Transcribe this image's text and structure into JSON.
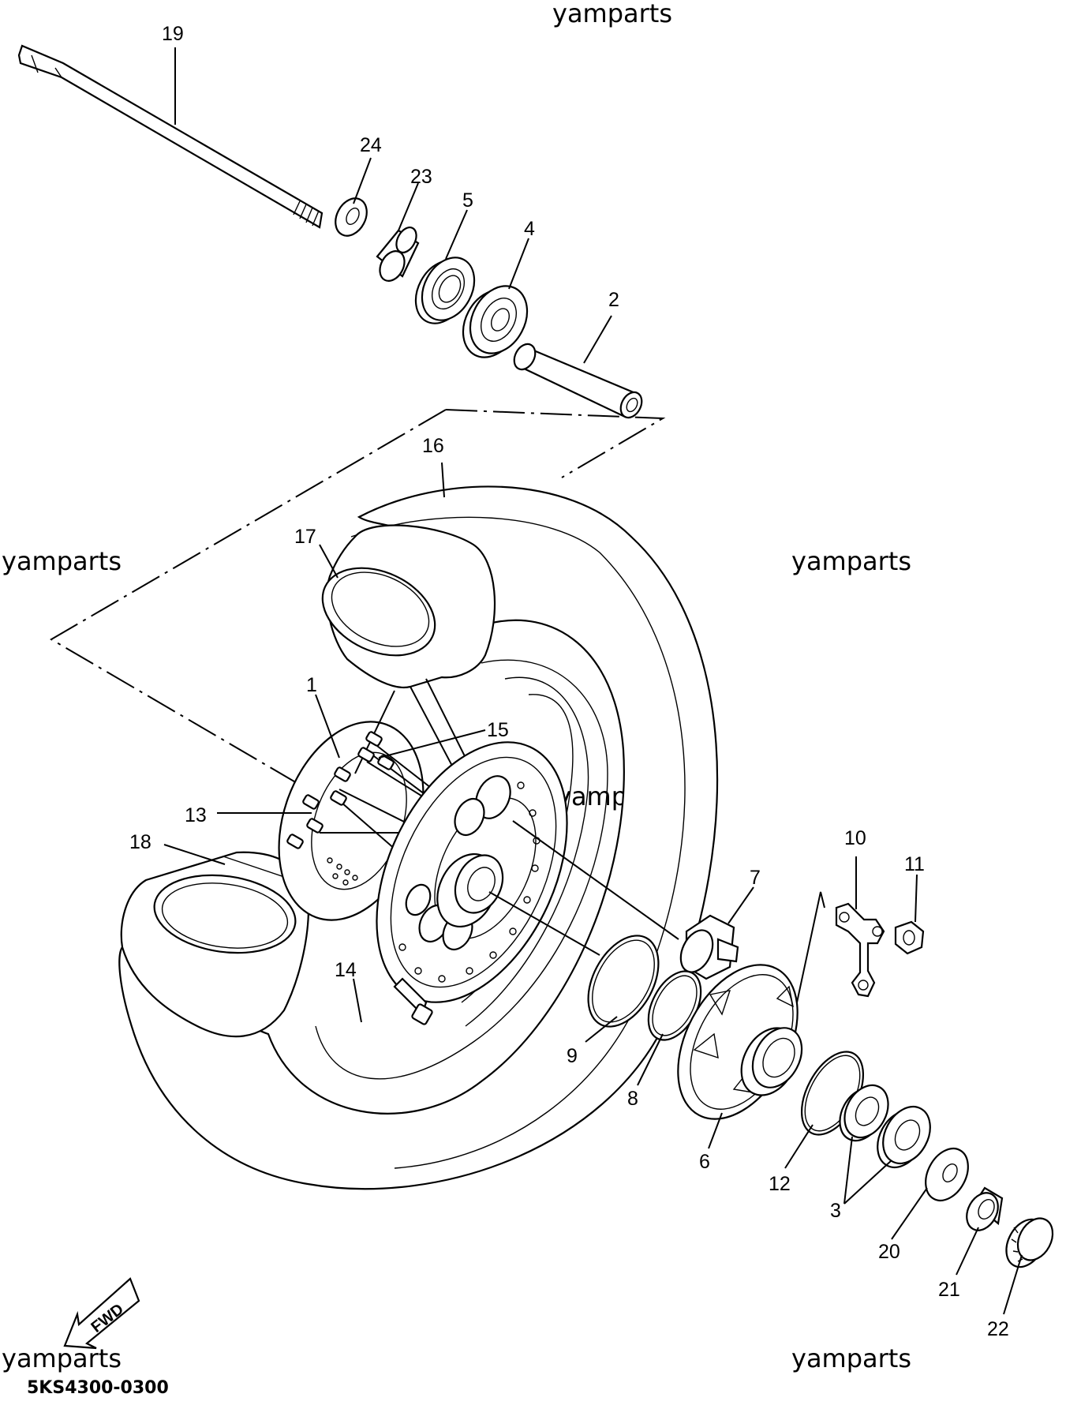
{
  "watermark": "yamparts",
  "diagram_code": "5KS4300-0300",
  "fwd_label": "FWD",
  "callouts": {
    "c1": "1",
    "c2": "2",
    "c3": "3",
    "c4": "4",
    "c5": "5",
    "c6": "6",
    "c7": "7",
    "c8": "8",
    "c9": "9",
    "c10": "10",
    "c11": "11",
    "c12": "12",
    "c13": "13",
    "c14": "14",
    "c15": "15",
    "c16": "16",
    "c17": "17",
    "c18": "18",
    "c19": "19",
    "c20": "20",
    "c21": "21",
    "c22": "22",
    "c23": "23",
    "c24": "24"
  }
}
